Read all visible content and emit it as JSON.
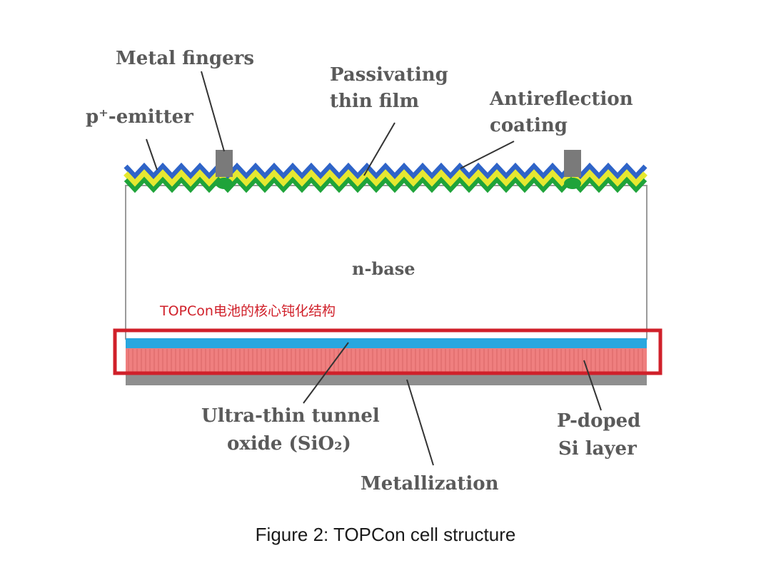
{
  "labels": {
    "metal_fingers": "Metal fingers",
    "passivating_line1": "Passivating",
    "passivating_line2": "thin film",
    "antireflection_line1": "Antireflection",
    "antireflection_line2": "coating",
    "p_emitter": "p⁺-emitter",
    "n_base": "n-base",
    "ultra_thin_line1": "Ultra-thin tunnel",
    "ultra_thin_line2": "oxide (SiO₂)",
    "p_doped_line1": "P-doped",
    "p_doped_line2": "Si layer",
    "metallization": "Metallization"
  },
  "annotation": "TOPCon电池的核心钝化结构",
  "caption": "Figure 2: TOPCon cell structure",
  "colors": {
    "arc_blue": "#2f64c8",
    "emitter_yellow": "#e6e830",
    "green": "#1fa33a",
    "finger_gray": "#7a7a7a",
    "oxide_blue": "#29a7df",
    "p_doped_pink": "#ef7f7f",
    "metal_gray": "#8f8f8f",
    "highlight_red": "#d0202a"
  }
}
